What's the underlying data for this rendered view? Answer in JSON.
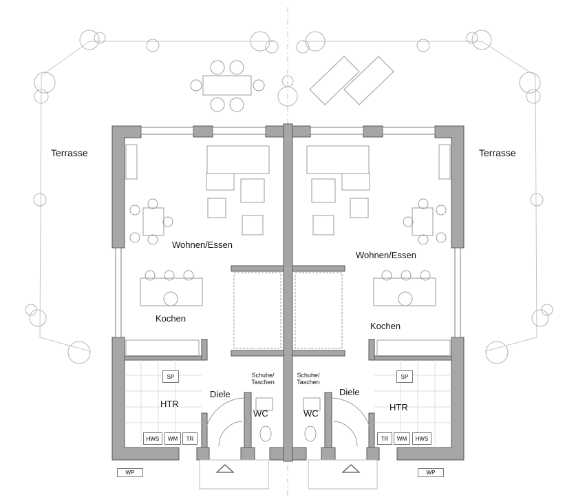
{
  "floor_plan": {
    "left_unit": {
      "terrace": "Terrasse",
      "living": "Wohnen/Essen",
      "kitchen": "Kochen",
      "hall": "Diele",
      "wc": "WC",
      "utility": "HTR",
      "storage": "Schuhe/\nTaschen",
      "sp": "SP",
      "wm": "WM",
      "tr": "TR",
      "hws": "HWS",
      "wp": "WP"
    },
    "right_unit": {
      "terrace": "Terrasse",
      "living": "Wohnen/Essen",
      "kitchen": "Kochen",
      "hall": "Diele",
      "wc": "WC",
      "utility": "HTR",
      "storage": "Schuhe/\nTaschen",
      "sp": "SP",
      "wm": "WM",
      "tr": "TR",
      "hws": "HWS",
      "wp": "WP"
    }
  },
  "colors": {
    "wall": "#a6a6a6",
    "outline": "#555555",
    "furniture": "#9a9a9a",
    "landscape": "#b5b5b5"
  }
}
